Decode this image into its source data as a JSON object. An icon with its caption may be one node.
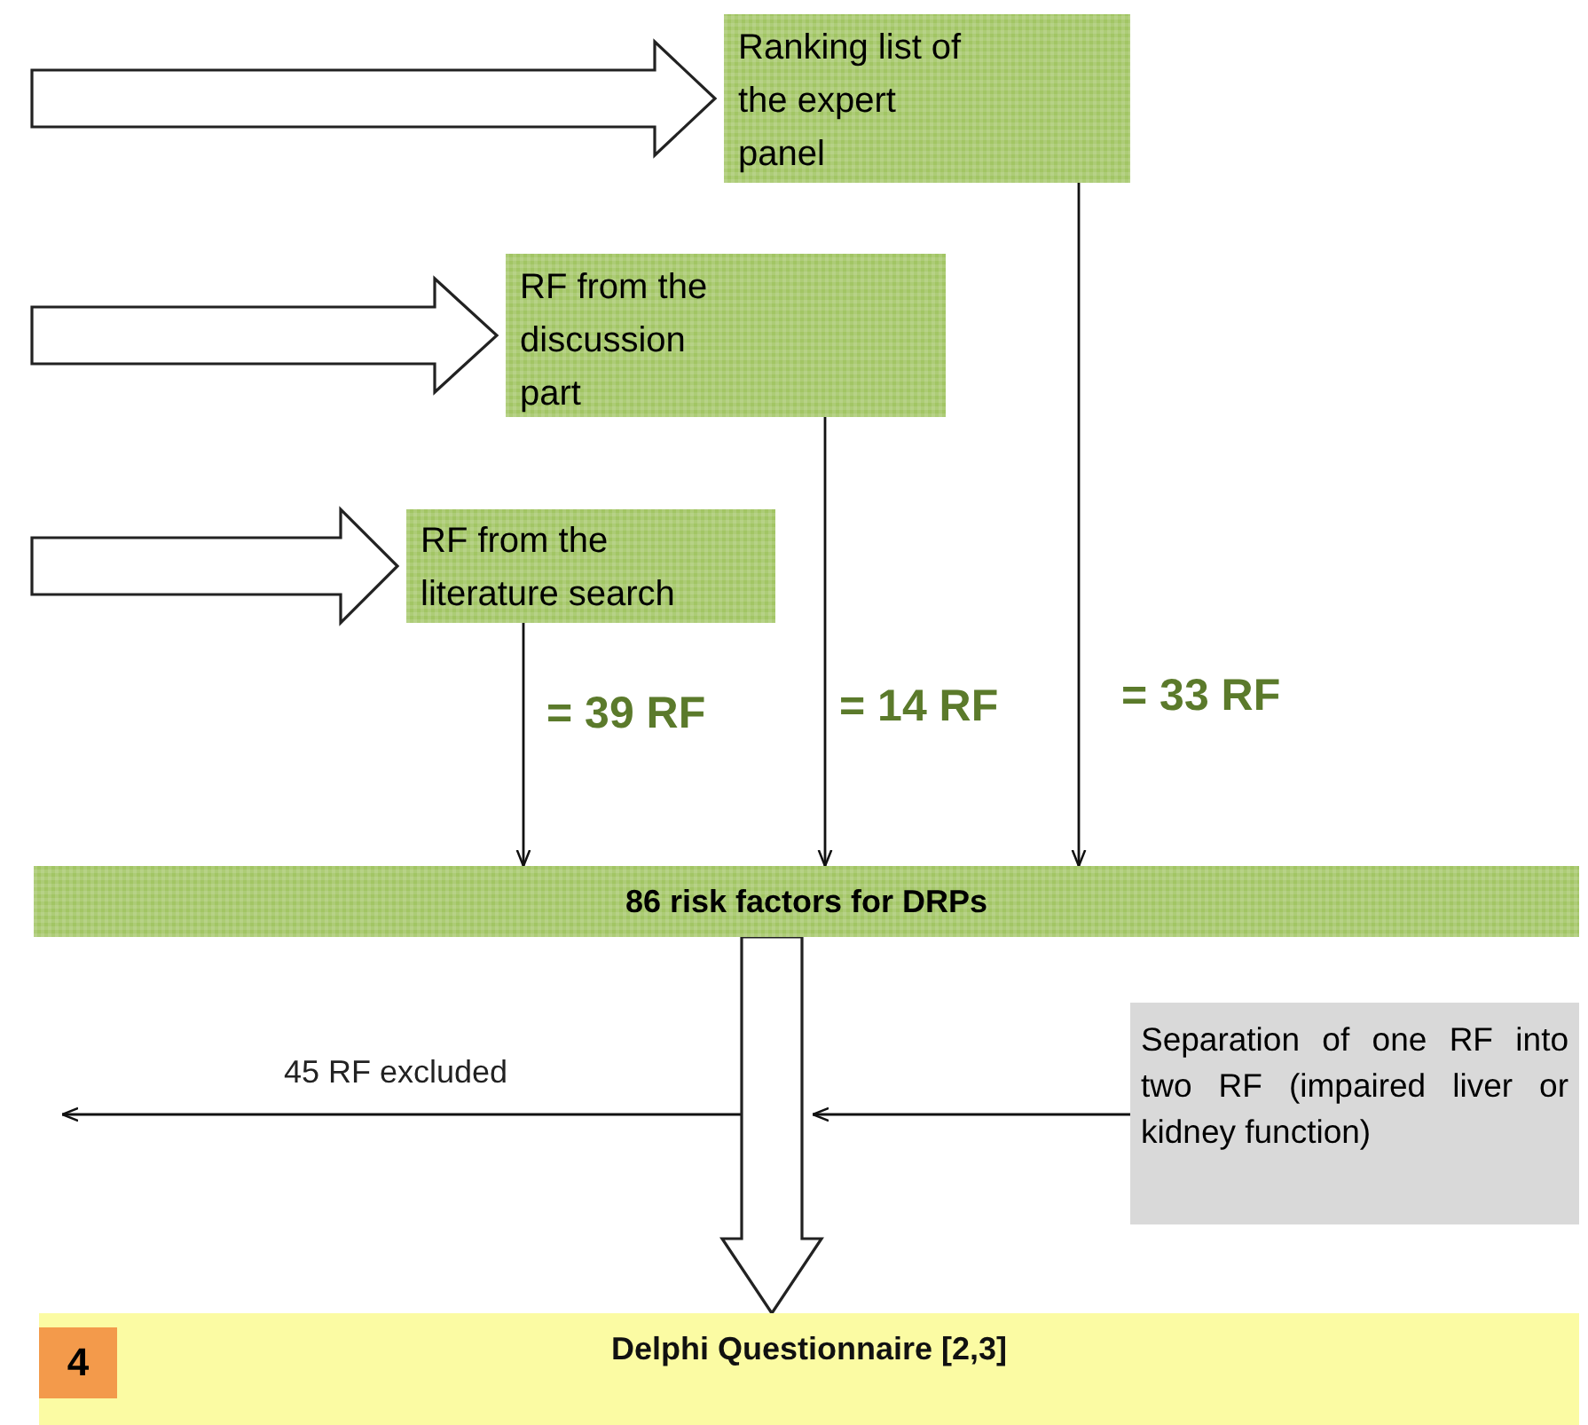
{
  "diagram": {
    "nodes": [
      {
        "text": [
          "Ranking list of the expert panel"
        ]
      },
      {
        "text": [
          "RF from the discussion part"
        ]
      },
      {
        "text": [
          "RF from the literature search"
        ]
      },
      {
        "text": [
          "86 risk factors for DRPs"
        ]
      },
      {
        "text": [
          "Separation of  one RF into two RF (impaired liver or kidney function)"
        ]
      },
      {
        "text": [
          "Delphi Questionnaire [2,3]"
        ]
      },
      {
        "text": [
          "4"
        ],
        "in": 5
      }
    ],
    "edges": [
      {
        "from": null,
        "to": 0,
        "arrow": "to",
        "style": "thick"
      },
      {
        "from": null,
        "to": 1,
        "arrow": "to",
        "style": "thick"
      },
      {
        "from": null,
        "to": 2,
        "arrow": "to",
        "style": "thick"
      },
      {
        "from": 2,
        "to": 3,
        "arrow": "to",
        "label": "= 39 RF"
      },
      {
        "from": 1,
        "to": 3,
        "arrow": "to",
        "label": "= 14 RF"
      },
      {
        "from": 0,
        "to": 3,
        "arrow": "to",
        "label": "= 33 RF"
      },
      {
        "from": 3,
        "to": 5,
        "arrow": "to",
        "style": "thick"
      },
      {
        "from": 3,
        "to": null,
        "arrow": "to",
        "label": "45 RF excluded"
      },
      {
        "from": 4,
        "to": null,
        "arrow": "to"
      }
    ]
  }
}
